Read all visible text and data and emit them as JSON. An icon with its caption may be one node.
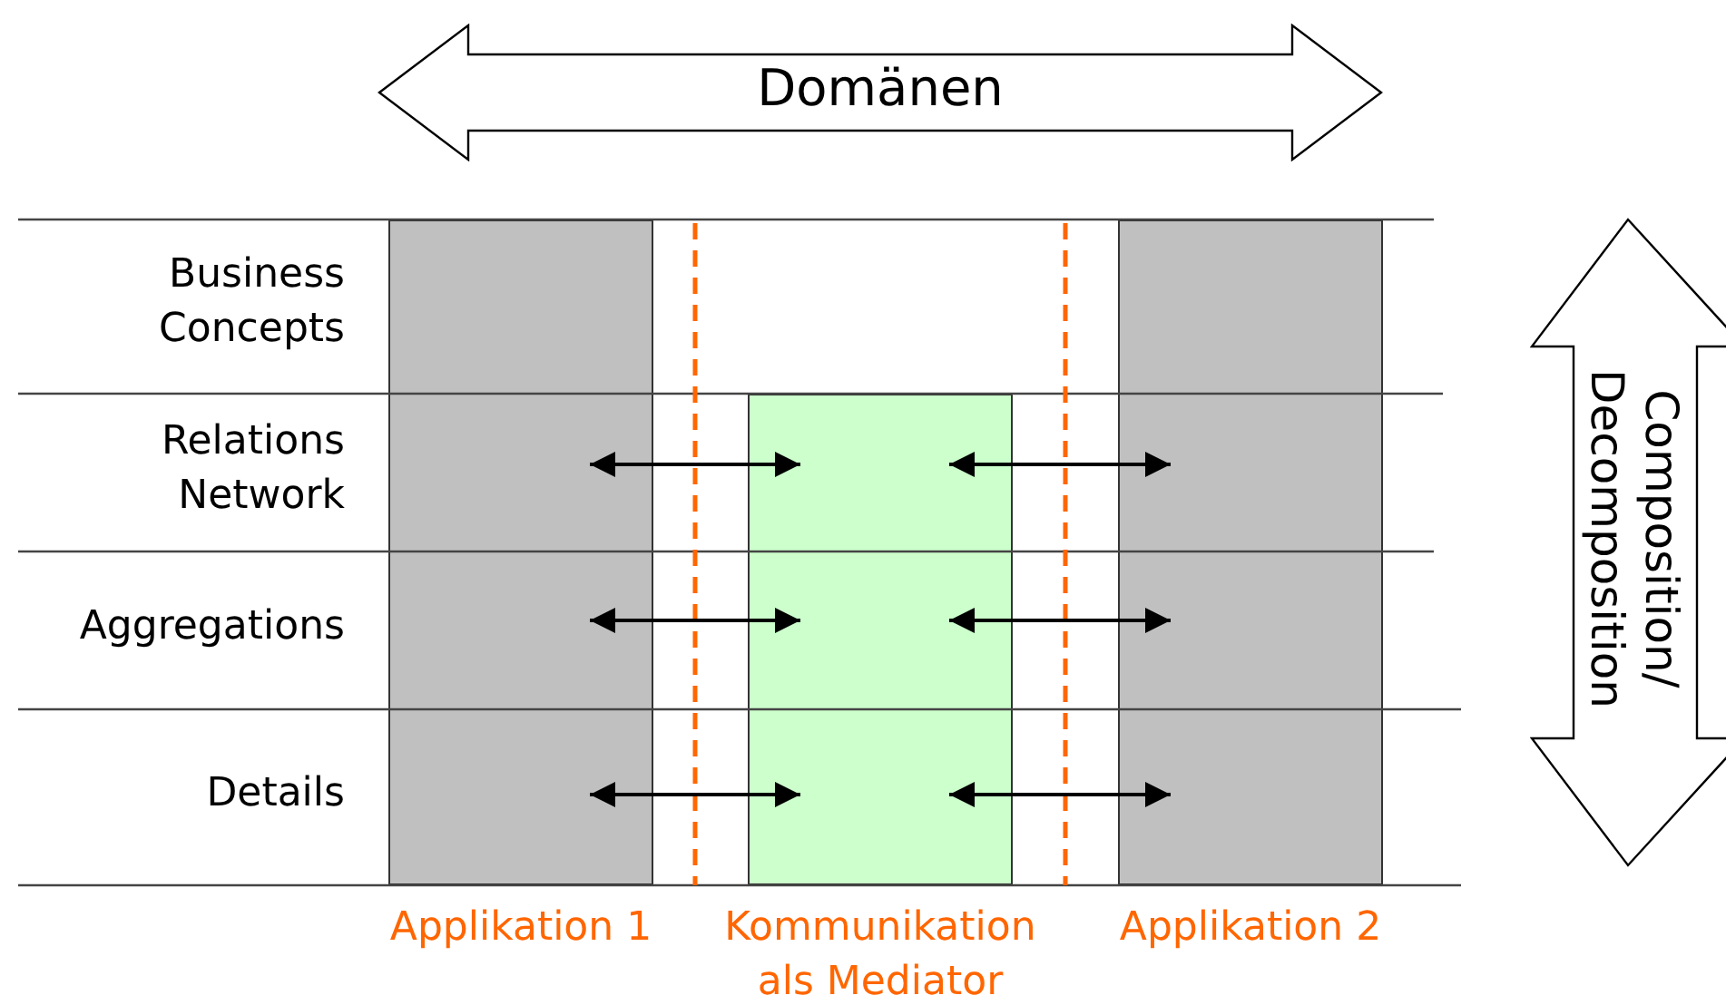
{
  "diagram": {
    "nodes": [
      {
        "text": [
          "Domänen"
        ]
      },
      {
        "text": [
          "Composition/ Decomposition"
        ]
      },
      {
        "text": [],
        "shape": "box",
        "beside": [
          "Applikation 1"
        ]
      },
      {
        "text": [],
        "shape": "box",
        "beside": [
          "Kommunikation als Mediator"
        ]
      },
      {
        "text": [],
        "shape": "box",
        "beside": [
          "Applikation 2"
        ]
      }
    ],
    "edges": [
      {
        "from": 2,
        "to": 3,
        "arrow": "both"
      },
      {
        "from": 3,
        "to": 4,
        "arrow": "both"
      },
      {
        "from": 2,
        "to": 3,
        "arrow": "both"
      },
      {
        "from": 3,
        "to": 4,
        "arrow": "both"
      },
      {
        "from": 2,
        "to": 3,
        "arrow": "both"
      },
      {
        "from": 3,
        "to": 4,
        "arrow": "both"
      }
    ],
    "labels": [
      "Business Concepts",
      "Relations Network",
      "Aggregations",
      "Details"
    ]
  }
}
